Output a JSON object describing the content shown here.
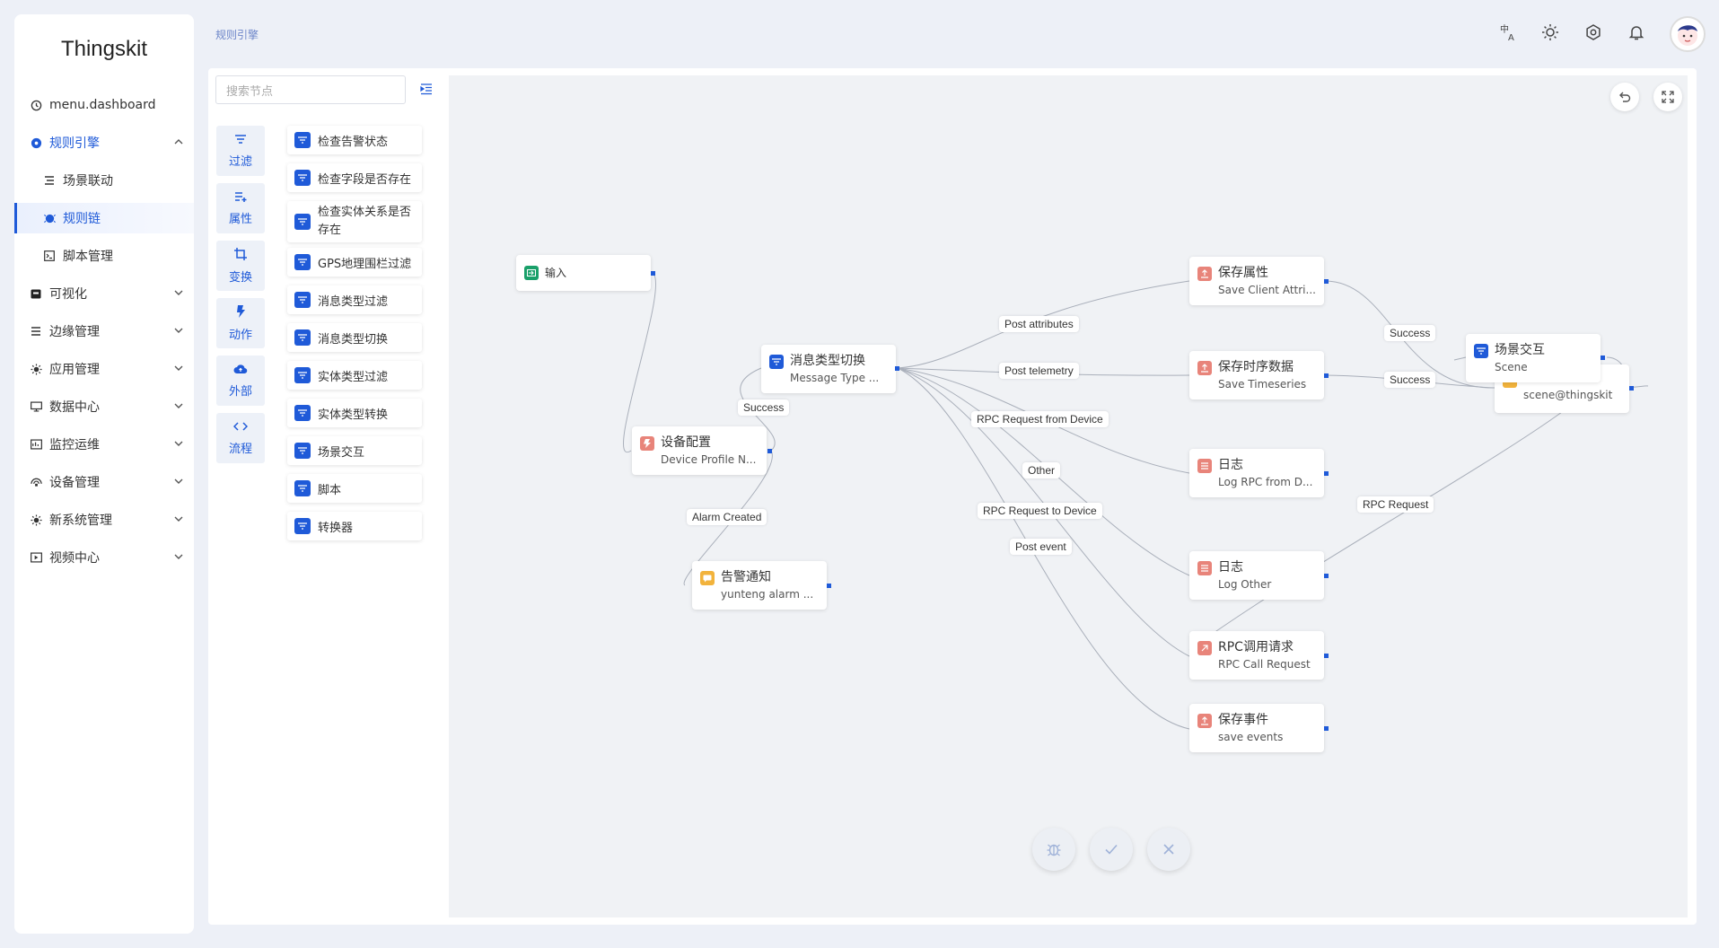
{
  "app": {
    "logo": "Thingskit"
  },
  "breadcrumb": "规则引擎",
  "sidebar": {
    "items": [
      {
        "label": "menu.dashboard",
        "icon": "clock-icon"
      },
      {
        "label": "规则引擎",
        "icon": "rule-engine-icon",
        "open": true
      },
      {
        "label": "场景联动",
        "icon": "list-icon"
      },
      {
        "label": "规则链",
        "icon": "chain-icon",
        "active": true
      },
      {
        "label": "脚本管理",
        "icon": "terminal-icon"
      },
      {
        "label": "可视化",
        "icon": "visual-icon"
      },
      {
        "label": "边缘管理",
        "icon": "edge-icon"
      },
      {
        "label": "应用管理",
        "icon": "app-icon"
      },
      {
        "label": "数据中心",
        "icon": "monitor-icon"
      },
      {
        "label": "监控运维",
        "icon": "ops-icon"
      },
      {
        "label": "设备管理",
        "icon": "device-icon"
      },
      {
        "label": "新系统管理",
        "icon": "system-icon"
      },
      {
        "label": "视频中心",
        "icon": "video-icon"
      }
    ]
  },
  "palette": {
    "search_placeholder": "搜索节点",
    "categories": [
      "过滤",
      "属性",
      "变换",
      "动作",
      "外部",
      "流程"
    ],
    "nodes": [
      "检查告警状态",
      "检查字段是否存在",
      "检查实体关系是否存在",
      "GPS地理围栏过滤",
      "消息类型过滤",
      "消息类型切换",
      "实体类型过滤",
      "实体类型转换",
      "场景交互",
      "脚本",
      "转换器"
    ]
  },
  "canvas": {
    "nodes": {
      "input": {
        "title": "输入"
      },
      "device_profile": {
        "title": "设备配置",
        "sub": "Device Profile N..."
      },
      "msg_switch": {
        "title": "消息类型切换",
        "sub": "Message Type ..."
      },
      "alarm": {
        "title": "告警通知",
        "sub": "yunteng alarm ..."
      },
      "save_attr": {
        "title": "保存属性",
        "sub": "Save Client Attri..."
      },
      "save_ts": {
        "title": "保存时序数据",
        "sub": "Save Timeseries"
      },
      "log_rpc": {
        "title": "日志",
        "sub": "Log RPC from D..."
      },
      "log_other": {
        "title": "日志",
        "sub": "Log Other"
      },
      "rpc_call": {
        "title": "RPC调用请求",
        "sub": "RPC Call Request"
      },
      "save_events": {
        "title": "保存事件",
        "sub": "save events"
      },
      "scene": {
        "title": "场景交互",
        "sub": "Scene"
      },
      "scene2": {
        "sub": "scene@thingskit"
      }
    },
    "edge_labels": {
      "success1": "Success",
      "alarm_created": "Alarm Created",
      "post_attributes": "Post attributes",
      "post_telemetry": "Post telemetry",
      "rpc_from_device": "RPC Request from Device",
      "other": "Other",
      "rpc_to_device": "RPC Request to Device",
      "post_event": "Post event",
      "success2": "Success",
      "success3": "Success",
      "rpc_request": "RPC Request"
    }
  },
  "colors": {
    "accent": "#1f5ad8",
    "input": "#1aa06a",
    "action": "#e8847a",
    "alarm": "#f2b33c"
  }
}
